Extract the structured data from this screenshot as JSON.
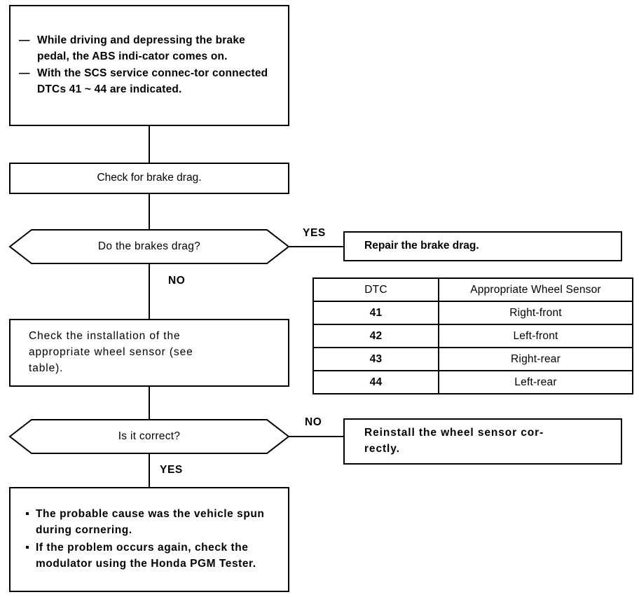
{
  "symptom_box": {
    "items": [
      {
        "marker": "—",
        "text": "While driving and depressing the brake pedal, the ABS indi-cator comes on."
      },
      {
        "marker": "—",
        "text": "With the SCS service connec-tor connected"
      }
    ],
    "sub_line": "DTCs 41 ~ 44 are indicated."
  },
  "step_check_drag": {
    "text": "Check for brake drag."
  },
  "decision_brakes_drag": {
    "text": "Do the brakes drag?"
  },
  "branch_yes_1": {
    "label": "YES"
  },
  "branch_no_1": {
    "label": "NO"
  },
  "action_repair_drag": {
    "text": "Repair the brake drag."
  },
  "step_check_install": {
    "text": "Check the installation of the\nappropriate wheel sensor (see\ntable)."
  },
  "decision_is_correct": {
    "text": "Is it correct?"
  },
  "branch_no_2": {
    "label": "NO"
  },
  "branch_yes_2": {
    "label": "YES"
  },
  "action_reinstall": {
    "text": "Reinstall the wheel sensor cor-\nrectly."
  },
  "conclusion_box": {
    "items": [
      "The probable cause was the vehicle spun during cornering.",
      "If the problem occurs again, check the modulator using the Honda PGM Tester."
    ]
  },
  "dtc_table": {
    "headers": [
      "DTC",
      "Appropriate Wheel Sensor"
    ],
    "rows": [
      {
        "dtc": "41",
        "sensor": "Right-front"
      },
      {
        "dtc": "42",
        "sensor": "Left-front"
      },
      {
        "dtc": "43",
        "sensor": "Right-rear"
      },
      {
        "dtc": "44",
        "sensor": "Left-rear"
      }
    ]
  },
  "colors": {
    "line": "#000000",
    "background": "#ffffff"
  }
}
